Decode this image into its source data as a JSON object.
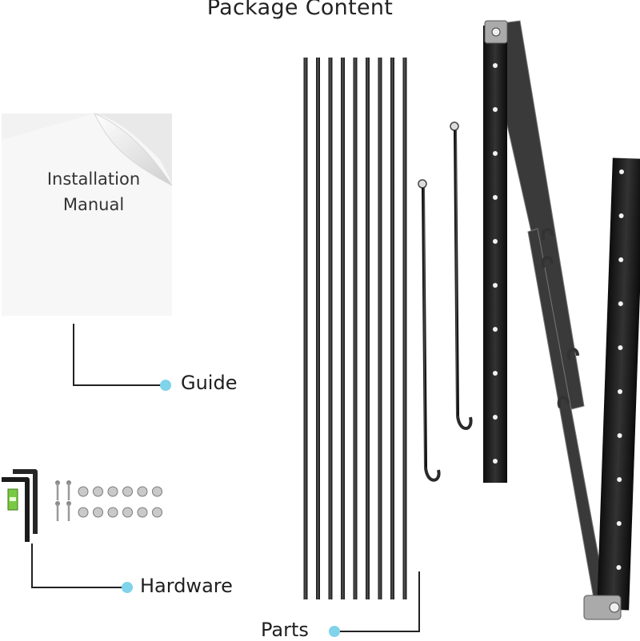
{
  "title": "Package Content",
  "manual": {
    "line1": "Installation",
    "line2": "Manual"
  },
  "labels": {
    "guide": "Guide",
    "hardware": "Hardware",
    "parts": "Parts"
  },
  "colors": {
    "dot": "#7fd3ea",
    "metal": "#1c1c1c",
    "callout": "#222222"
  }
}
